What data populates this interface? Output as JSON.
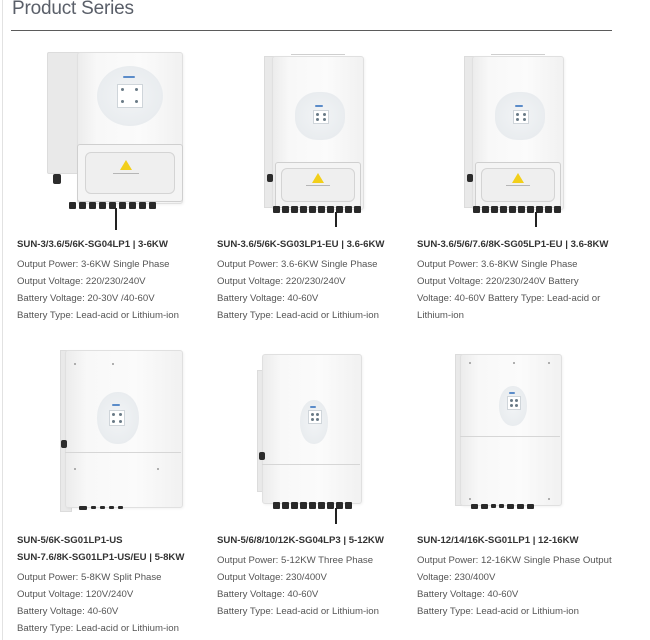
{
  "page": {
    "title": "Product Series"
  },
  "products": [
    {
      "name": "SUN-3/3.6/5/6K-SG04LP1 | 3-6KW",
      "lines": [
        "Output Power: 3-6KW Single Phase",
        "Output Voltage: 220/230/240V",
        "Battery Voltage: 20-30V /40-60V",
        "Battery Type: Lead-acid or Lithium-ion"
      ],
      "image": "inverter-image-low-voltage-single-phase"
    },
    {
      "name": "SUN-3.6/5/6K-SG03LP1-EU | 3.6-6KW",
      "lines": [
        "Output Power: 3.6-6KW Single Phase",
        "Output Voltage: 220/230/240V",
        "Battery Voltage: 40-60V",
        "Battery Type: Lead-acid or Lithium-ion"
      ],
      "image": "inverter-image-eu-single-phase"
    },
    {
      "name": "SUN-3.6/5/6/7.6/8K-SG05LP1-EU | 3.6-8KW",
      "lines": [
        "Output Power: 3.6-8KW Single Phase",
        "Output Voltage: 220/230/240V Battery",
        "Voltage: 40-60V Battery Type: Lead-acid or",
        "Lithium-ion"
      ],
      "image": "inverter-image-eu-single-phase-8kw"
    },
    {
      "name": "SUN-5/6K-SG01LP1-US",
      "name2": "SUN-7.6/8K-SG01LP1-US/EU | 5-8KW",
      "lines": [
        "Output Power: 5-8KW Split Phase",
        "Output Voltage: 120V/240V",
        "Battery Voltage: 40-60V",
        "Battery Type: Lead-acid or Lithium-ion"
      ],
      "image": "inverter-image-split-phase"
    },
    {
      "name": "SUN-5/6/8/10/12K-SG04LP3 | 5-12KW",
      "lines": [
        "Output Power: 5-12KW Three Phase",
        "Output Voltage: 230/400V",
        "Battery Voltage: 40-60V",
        "Battery Type: Lead-acid or Lithium-ion"
      ],
      "image": "inverter-image-three-phase"
    },
    {
      "name": "SUN-12/14/16K-SG01LP1 | 12-16KW",
      "lines": [
        "Output Power: 12-16KW Single Phase Output",
        "Voltage: 230/400V",
        "Battery Voltage: 40-60V",
        "Battery Type: Lead-acid or Lithium-ion"
      ],
      "image": "inverter-image-high-power-single-phase"
    }
  ]
}
